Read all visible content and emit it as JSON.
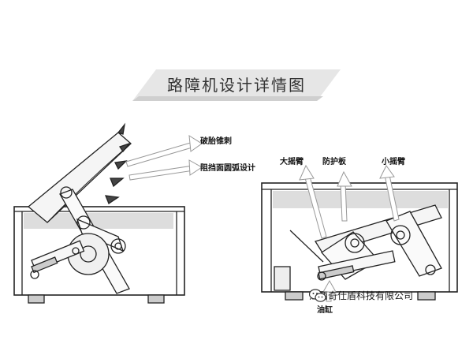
{
  "title": "路障机设计详情图",
  "left_diagram": {
    "labels": {
      "tire_breaker_cone": "破胎锥刺",
      "arc_surface_design": "阻挡面圆弧设计"
    }
  },
  "right_diagram": {
    "labels": {
      "large_arm": "大摇臂",
      "guard_plate": "防护板",
      "small_arm": "小摇臂",
      "cylinder": "油缸"
    }
  },
  "watermark": {
    "company": "江西奇仕盾科技有限公司",
    "icon": "wechat-icon"
  }
}
